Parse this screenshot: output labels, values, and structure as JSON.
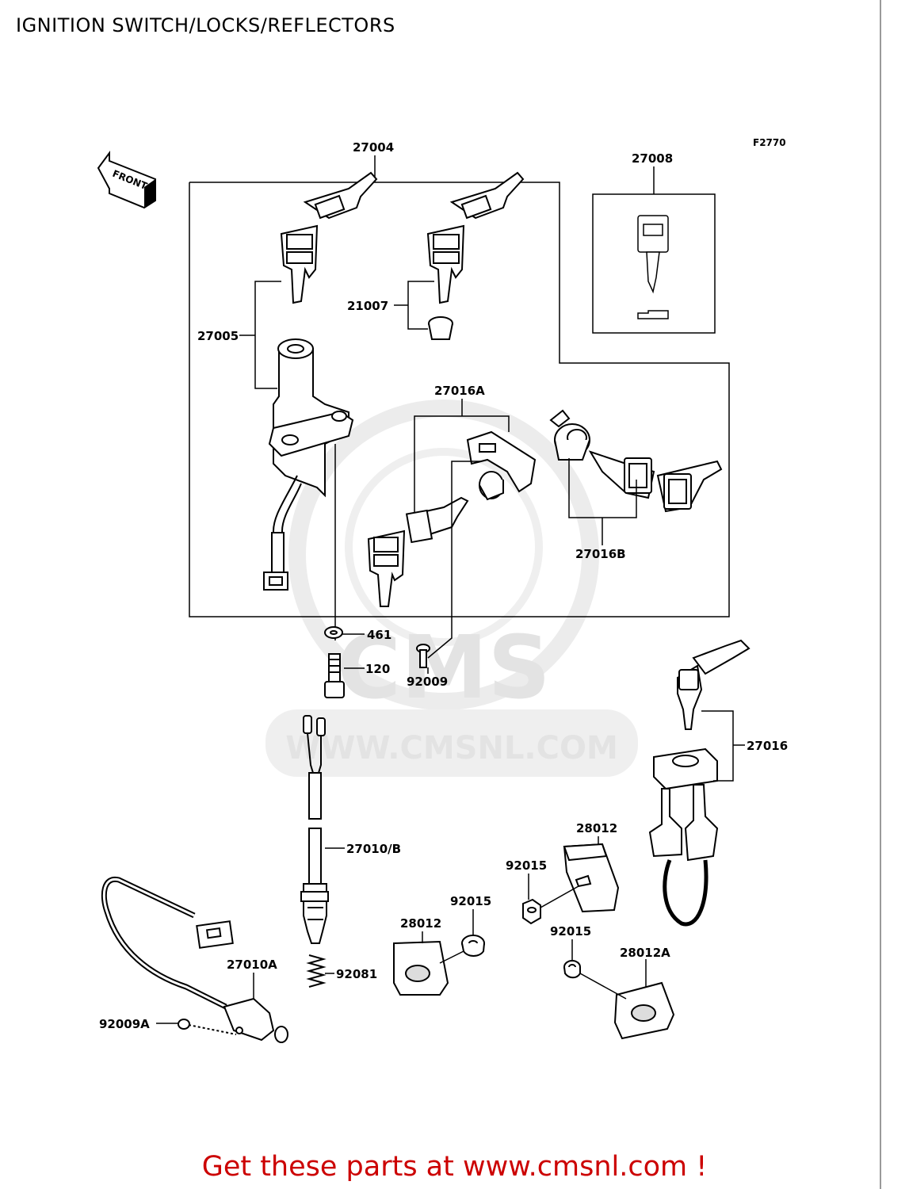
{
  "title": "IGNITION SWITCH/LOCKS/REFLECTORS",
  "figure_code": "F2770",
  "front_label": "FRONT",
  "watermark": {
    "brand": "CMS",
    "url": "WWW.CMSNL.COM"
  },
  "parts": {
    "p27004": "27004",
    "p27008": "27008",
    "p27005": "27005",
    "p21007": "21007",
    "p27016A": "27016A",
    "p27016B": "27016B",
    "p461": "461",
    "p120": "120",
    "p92009": "92009",
    "p27016": "27016",
    "p28012_top": "28012",
    "p92015_a": "92015",
    "p27010B": "27010/B",
    "p92015_b": "92015",
    "p28012_mid": "28012",
    "p92015_c": "92015",
    "p28012A": "28012A",
    "p27010A": "27010A",
    "p92081": "92081",
    "p92009A": "92009A"
  },
  "footer": "Get these parts at www.cmsnl.com !"
}
